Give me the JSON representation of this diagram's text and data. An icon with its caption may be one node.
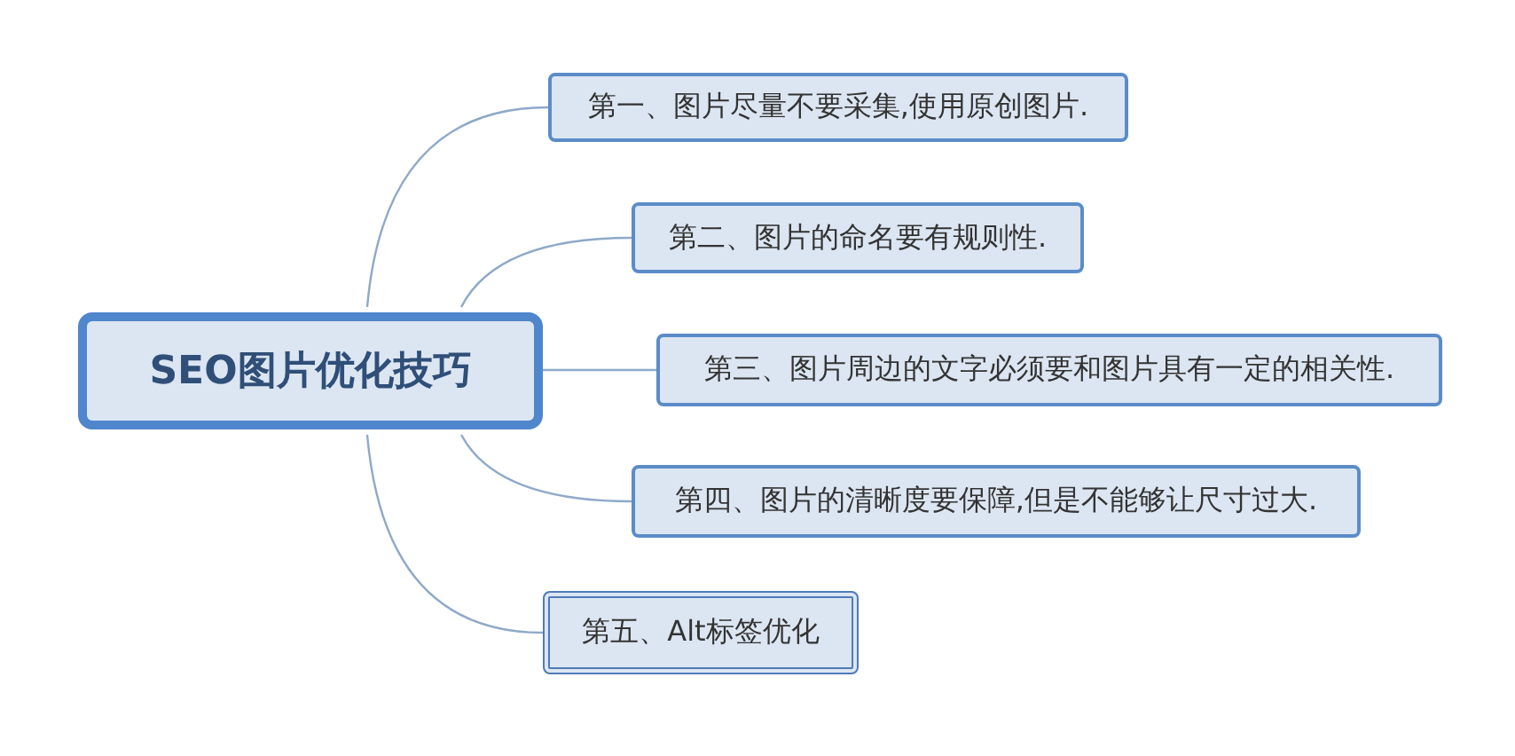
{
  "diagram": {
    "nodes": [
      {
        "text": [
          "SEO图片优化技巧"
        ]
      },
      {
        "text": [
          "第一、图片尽量不要采集,使用原创图片."
        ]
      },
      {
        "text": [
          "第二、图片的命名要有规则性."
        ]
      },
      {
        "text": [
          "第三、图片周边的文字必须要和图片具有一定的相关性."
        ]
      },
      {
        "text": [
          "第四、图片的清晰度要保障,但是不能够让尺寸过大."
        ]
      },
      {
        "text": [
          "第五、Alt标签优化"
        ]
      }
    ],
    "edges": [
      {
        "from": 0,
        "to": 1,
        "arrow": "none"
      },
      {
        "from": 0,
        "to": 2,
        "arrow": "none"
      },
      {
        "from": 0,
        "to": 3,
        "arrow": "none"
      },
      {
        "from": 0,
        "to": 4,
        "arrow": "none"
      },
      {
        "from": 0,
        "to": 5,
        "arrow": "none"
      }
    ]
  }
}
